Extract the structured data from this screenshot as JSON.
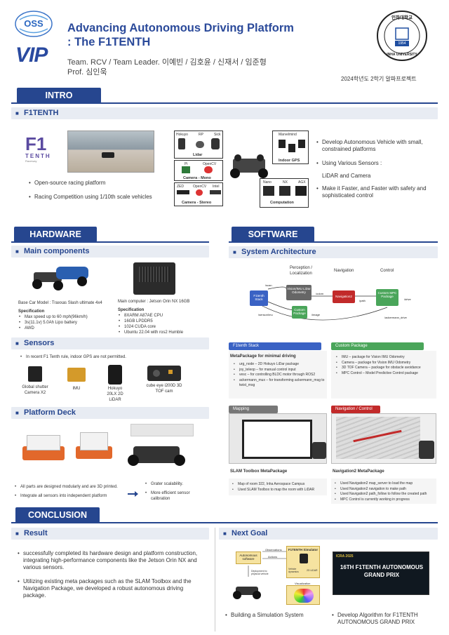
{
  "header": {
    "title_line1": "Advancing Autonomous Driving Platform",
    "title_line2": ": The F1TENTH",
    "team": "Team. RCV / Team Leader. 이예빈 / 김호윤 / 신재서 / 임준형",
    "prof": "Prof. 심인욱",
    "project": "2024학년도 2학기 알파프로젝트",
    "oss_logo": "OSS",
    "vip_logo": "VIP",
    "univ_seal_text": "인하대학교",
    "univ_seal_sub": "INHA UNIVERSITY",
    "univ_seal_year": "1954"
  },
  "intro": {
    "tab": "INTRO",
    "sub": "F1TENTH",
    "logo_f1": "F1",
    "logo_tenth": "TENTH",
    "logo_small": "Raceway",
    "bullets_left": [
      "Open-source racing platform",
      "Racing Competition using 1/10th scale vehicles"
    ],
    "diagram_labels": {
      "hokuyo": "Hokuyo",
      "rp": "RP",
      "sick": "Sick",
      "lidar": "Lidar",
      "pi": "Pi",
      "opencv1": "OpenCV",
      "camera_mono": "Camera - Mono",
      "zed": "ZED",
      "opencv2": "OpenCV",
      "intel": "Intel",
      "camera_stereo": "Camera - Stereo",
      "marvelmind": "Marvelmind",
      "indoor_gps": "Indoor GPS",
      "nano": "Nano",
      "nx": "NX",
      "agx": "AGX",
      "computation": "Computation"
    },
    "bullets_right": [
      "Develop Autonomous Vehicle with small, constrained platforms",
      "Using Various Sensors :",
      "Make it Faster, and Faster with safety and sophisticated control"
    ],
    "sensors_line": "LiDAR and Camera"
  },
  "hardware": {
    "tab": "HARDWARE",
    "main_components": "Main components",
    "base_car": "Base Car Model : Traxxas Slash ultimate 4x4",
    "spec_label": "Specification",
    "base_specs": [
      "Max speed up to 60 mph(96km/h)",
      "3s(11.1v) 5.0Ah Lipo battery",
      "AWD"
    ],
    "main_computer": "Main computer : Jetson Orin NX 16GB",
    "spec_label2": "Specification",
    "computer_specs": [
      "8XARM A87AE CPU",
      "16GB LPDDR5",
      "1024 CUDA core",
      "Ubuntu 22.04 with ros2 Humble"
    ],
    "sensors": "Sensors",
    "sensors_note": "In recent F1 Tenth rule, indoor GPS are not permitted.",
    "sensor_items": [
      "Global shutter Camera X2",
      "IMU",
      "Hokuyo 20LX 2D LiDAR",
      "cube eye i200D 3D TOF cam"
    ],
    "platform_deck": "Platform Deck",
    "deck_bullets": [
      "All parts are designed modularly and are 3D printed.",
      "Integrate all sensors into independent platform"
    ],
    "deck_results": [
      "Grater scalability.",
      "More efficient sensor calibration"
    ]
  },
  "software": {
    "tab": "SOFTWARE",
    "system_arch": "System Architecture",
    "arch": {
      "perception": "Perception / Localization",
      "navigation": "Navigation",
      "control": "Control",
      "f1tenth_stack": "F1tenth Stack",
      "vision": "Vision/IMU LiDar Odometry",
      "custom_pkg": "Custom Package",
      "navigation2": "Navigation2",
      "custom_mpc": "Custom MPC Package",
      "scan": "/scan",
      "sensor_msg": "/sensor/imu",
      "image": "/image",
      "path": "/path",
      "odom": "/odom",
      "ackermann": "/ackermann_drive",
      "cmd": "/drive"
    },
    "stack_chip": "F1tenth Stack",
    "stack_title": "MetaPackage for minimal driving",
    "stack_items": [
      "urg_node – 2D Hokuyo LiDar package",
      "joy_teleop – for manual control input",
      "vesc – for controlling BLDC motor through ROS2",
      "ackermann_mux – for transforming ackermann_msg to twist_msg"
    ],
    "custom_chip": "Custom Package",
    "custom_items": [
      "IMU – package for Vision IMU Odometry",
      "Camera – package for Vision IMU Odometry",
      "3D TOF Camera – package for obstacle avoidance",
      "MPC Control – Model Predictive Control package"
    ],
    "mapping_chip": "Mapping",
    "nav_chip": "Navigation / Control",
    "slam_title": "SLAM Toolbox MetaPackage",
    "slam_items": [
      "Map of room 322, Inha Aerospace Campus",
      "Used SLAM Toolbox to map the room with LiDAR"
    ],
    "nav_title": "Navigation2 MetaPackage",
    "nav_items": [
      "Used Navigation2 map_server to load the map",
      "Used Navigation2 navigation to make path",
      "Used Navigation2 path_follow to follow the created path",
      "MPC Control is currently working in progress"
    ]
  },
  "conclusion": {
    "tab": "CONCLUSION",
    "result": "Result",
    "result_items": [
      "successfully completed its hardware design and platform construction, integrating high-performance components like the Jetson Orin NX and various sensors.",
      "Utilizing existing meta packages such as the SLAM Toolbox and the Navigation Package, we developed a robust autonomous driving package."
    ],
    "next_goal": "Next Goal",
    "sim_labels": {
      "observations": "Observations",
      "actions": "Actions",
      "autonomous_software": "Autonomous software",
      "f1tenth_simulator": "F1TENTH Simulator",
      "vehicle_dynamics": "Vehicle dynamics",
      "lidar_model": "2D LiDAR",
      "deployment": "Deployment to physical vehicle",
      "visualization": "Visualization"
    },
    "gp_title": "16TH F1TENTH AUTONOMOUS GRAND PRIX",
    "gp_logo": "ICRA 2025",
    "goal_items": [
      "Building a Simulation System",
      "Develop Algorithm for F1TENTH AUTONOMOUS GRAND PRIX"
    ]
  }
}
